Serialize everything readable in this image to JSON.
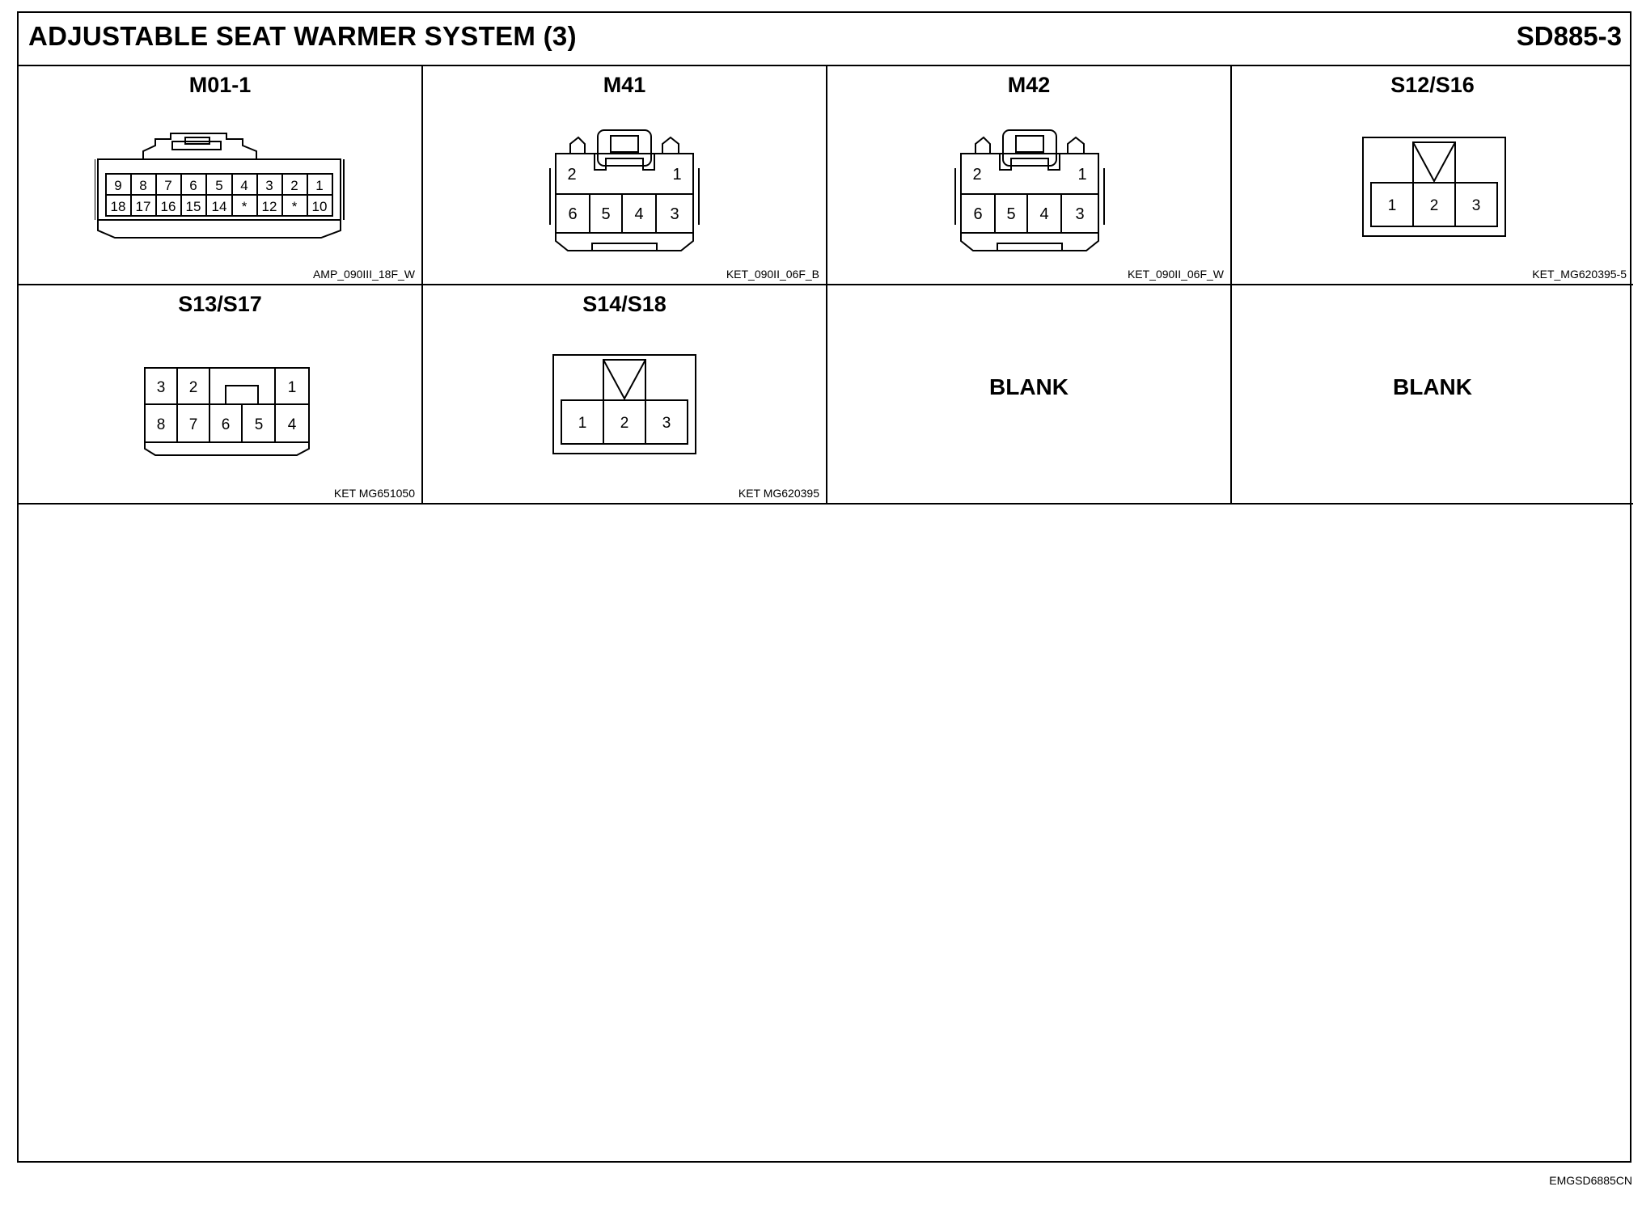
{
  "header": {
    "title": "ADJUSTABLE SEAT WARMER SYSTEM (3)",
    "code": "SD885-3"
  },
  "connectors": [
    {
      "name": "M01-1",
      "part": "AMP_090III_18F_W",
      "pins_top": [
        "9",
        "8",
        "7",
        "6",
        "5",
        "4",
        "3",
        "2",
        "1"
      ],
      "pins_bottom": [
        "18",
        "17",
        "16",
        "15",
        "14",
        "*",
        "12",
        "*",
        "10"
      ]
    },
    {
      "name": "M41",
      "part": "KET_090II_06F_B",
      "pins_top": [
        "2",
        "1"
      ],
      "pins_bottom": [
        "6",
        "5",
        "4",
        "3"
      ]
    },
    {
      "name": "M42",
      "part": "KET_090II_06F_W",
      "pins_top": [
        "2",
        "1"
      ],
      "pins_bottom": [
        "6",
        "5",
        "4",
        "3"
      ]
    },
    {
      "name": "S12/S16",
      "part": "KET_MG620395-5",
      "pins": [
        "1",
        "2",
        "3"
      ]
    },
    {
      "name": "S13/S17",
      "part": "KET MG651050",
      "pins_top": [
        "3",
        "2",
        "1"
      ],
      "pins_bottom": [
        "8",
        "7",
        "6",
        "5",
        "4"
      ]
    },
    {
      "name": "S14/S18",
      "part": "KET MG620395",
      "pins": [
        "1",
        "2",
        "3"
      ]
    }
  ],
  "blanks": [
    "BLANK",
    "BLANK"
  ],
  "footer": {
    "doc_code": "EMGSD6885CN"
  }
}
